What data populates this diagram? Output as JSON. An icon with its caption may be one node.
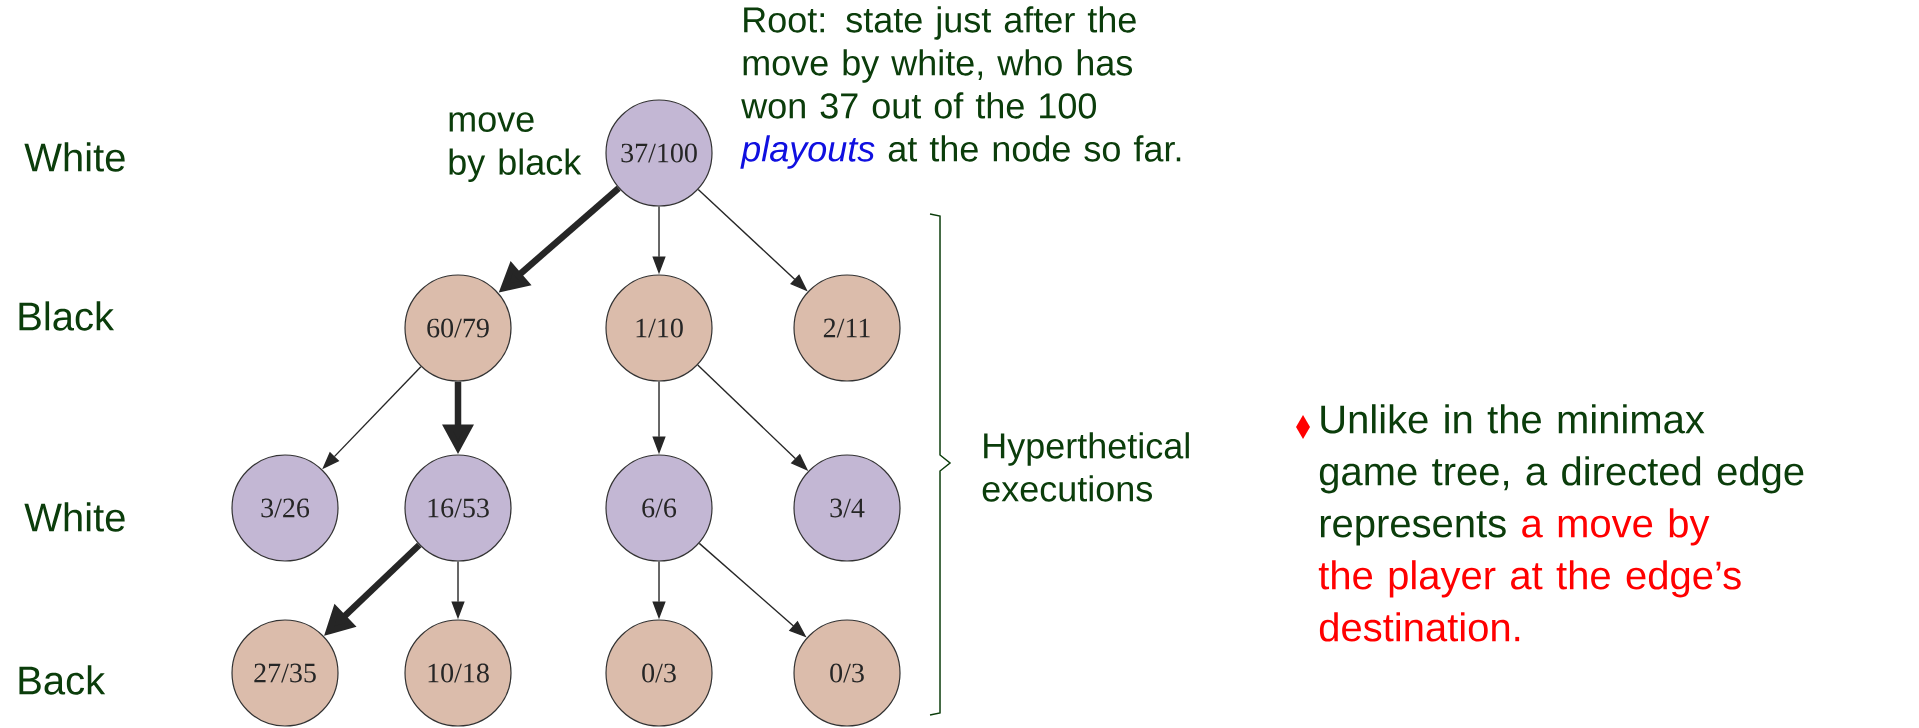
{
  "diagram": {
    "nodes": [
      {
        "text": [
          "37/100"
        ]
      },
      {
        "text": [
          "60/79"
        ]
      },
      {
        "text": [
          "1/10"
        ]
      },
      {
        "text": [
          "2/11"
        ]
      },
      {
        "text": [
          "3/26"
        ]
      },
      {
        "text": [
          "16/53"
        ]
      },
      {
        "text": [
          "6/6"
        ]
      },
      {
        "text": [
          "3/4"
        ]
      },
      {
        "text": [
          "27/35"
        ]
      },
      {
        "text": [
          "10/18"
        ]
      },
      {
        "text": [
          "0/3"
        ]
      },
      {
        "text": [
          "0/3"
        ]
      }
    ],
    "edges": [
      {
        "from": 0,
        "to": 1,
        "arrow": "to",
        "style": "thick"
      },
      {
        "from": 0,
        "to": 2,
        "arrow": "to"
      },
      {
        "from": 0,
        "to": 3,
        "arrow": "to"
      },
      {
        "from": 1,
        "to": 4,
        "arrow": "to"
      },
      {
        "from": 1,
        "to": 5,
        "arrow": "to",
        "style": "thick"
      },
      {
        "from": 2,
        "to": 6,
        "arrow": "to"
      },
      {
        "from": 2,
        "to": 7,
        "arrow": "to"
      },
      {
        "from": 5,
        "to": 8,
        "arrow": "to",
        "style": "thick"
      },
      {
        "from": 5,
        "to": 9,
        "arrow": "to"
      },
      {
        "from": 6,
        "to": 10,
        "arrow": "to"
      },
      {
        "from": 6,
        "to": 11,
        "arrow": "to"
      }
    ],
    "labels": [
      "Root: state just after the move by white, who has won 37 out of the 100 *playouts* at the node so far.",
      "White",
      "move by black",
      "Black",
      "White",
      "Hyperthetical executions",
      "Unlike in the minimax game tree, a directed edge represents",
      "a move by the player at the edge’s destination.",
      "Back"
    ]
  }
}
